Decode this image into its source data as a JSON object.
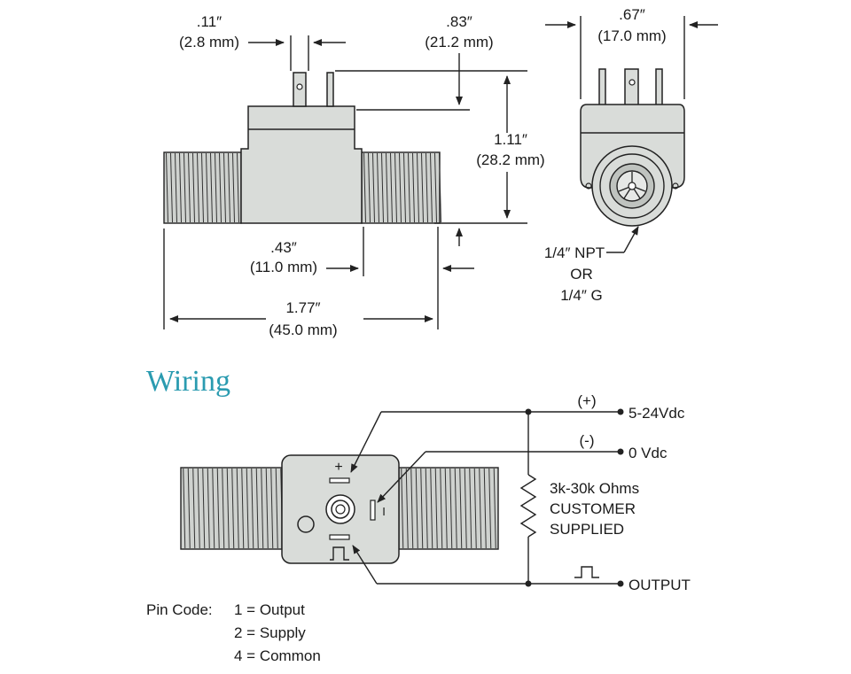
{
  "dimensions": {
    "pin_spacing": {
      "inch": ".11″",
      "mm": "(2.8 mm)"
    },
    "pin_height": {
      "inch": ".83″",
      "mm": "(21.2 mm)"
    },
    "total_height": {
      "inch": "1.11″",
      "mm": "(28.2 mm)"
    },
    "body_length": {
      "inch": ".43″",
      "mm": "(11.0 mm)"
    },
    "total_length": {
      "inch": "1.77″",
      "mm": "(45.0 mm)"
    },
    "width": {
      "inch": ".67″",
      "mm": "(17.0 mm)"
    }
  },
  "thread": {
    "line1": "1/4″ NPT",
    "line2": "OR",
    "line3": "1/4″ G"
  },
  "wiring": {
    "title": "Wiring",
    "plus_sign": "(+)",
    "minus_sign": "(-)",
    "supply": "5-24Vdc",
    "ground": "0 Vdc",
    "output": "OUTPUT",
    "resistor_line1": "3k-30k Ohms",
    "resistor_line2": "CUSTOMER",
    "resistor_line3": "SUPPLIED",
    "pin_plus": "+",
    "pin_minus": "I"
  },
  "pin_code": {
    "label": "Pin Code:",
    "items": [
      "1 = Output",
      "2 = Supply",
      "4 = Common"
    ]
  }
}
